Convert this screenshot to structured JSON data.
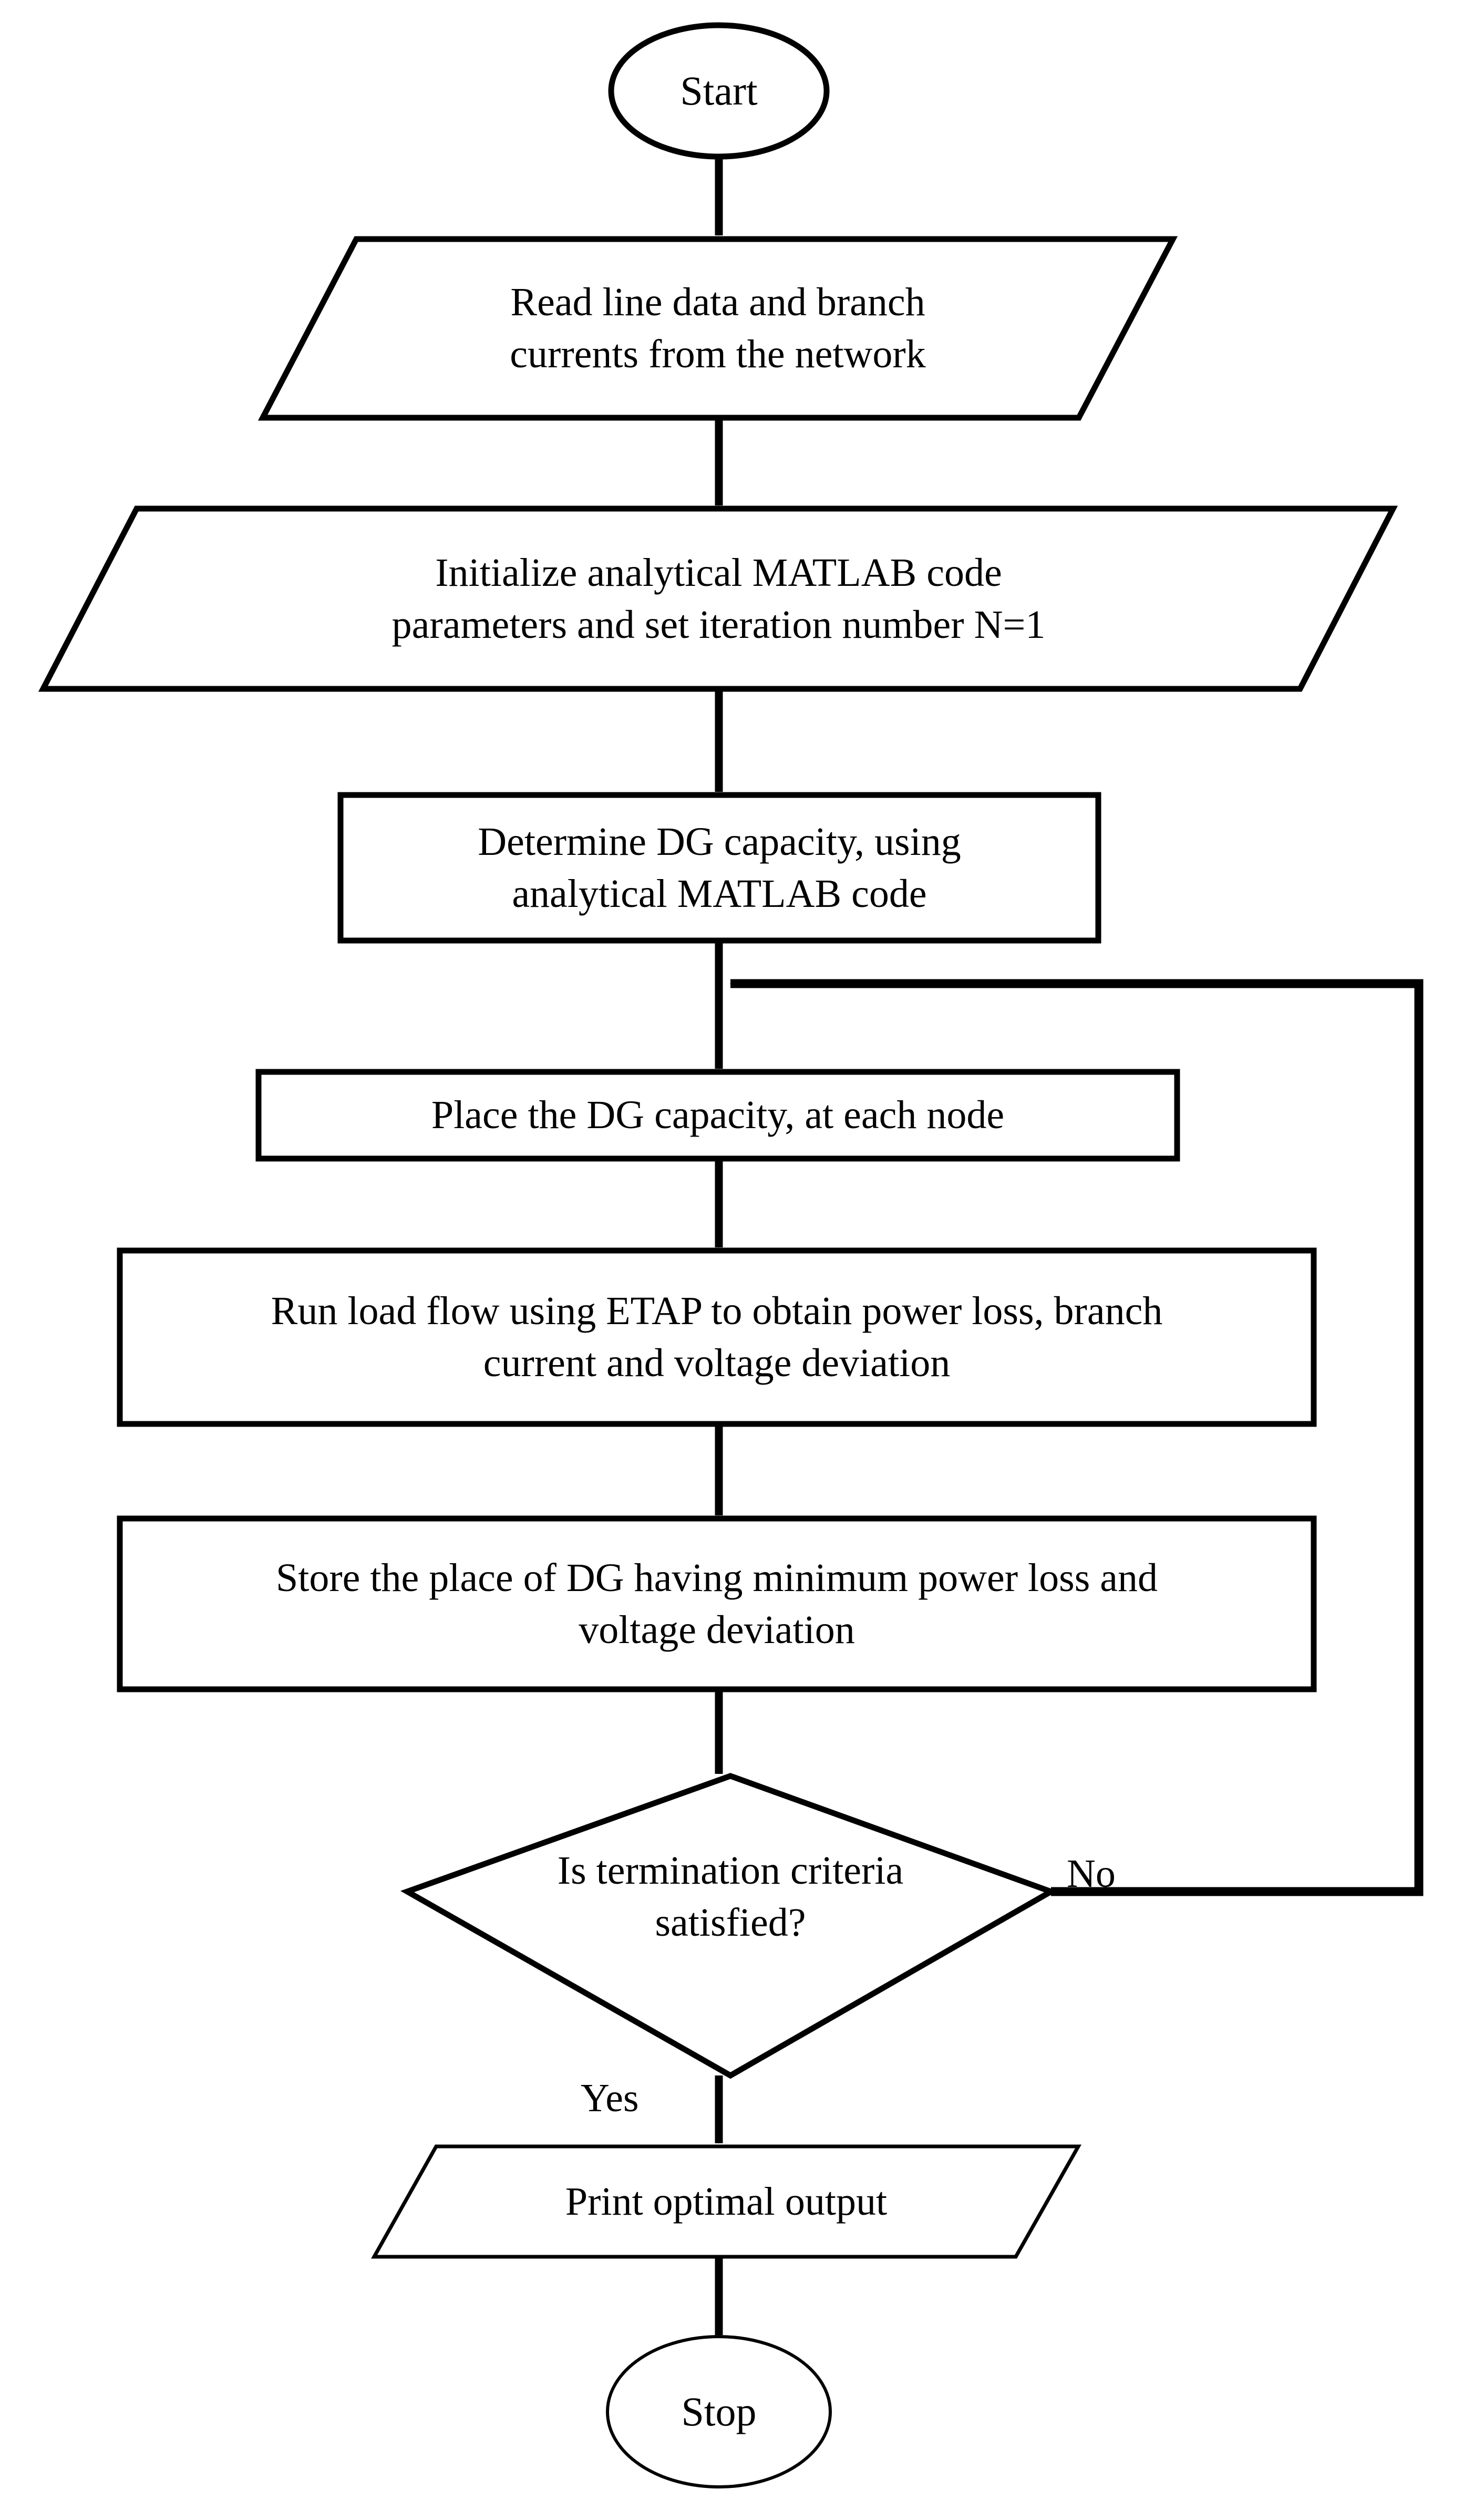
{
  "diagram": {
    "type": "flowchart",
    "title": "DG placement optimization flowchart",
    "orientation": "top-to-bottom",
    "stroke_color": "#000000",
    "fill_color": "#ffffff",
    "background": "#ffffff"
  },
  "nodes": {
    "start": {
      "shape": "ellipse",
      "label": "Start"
    },
    "read_data": {
      "shape": "parallelogram",
      "label": "Read line data and branch\ncurrents from the network"
    },
    "initialize": {
      "shape": "parallelogram",
      "label": "Initialize analytical MATLAB code\nparameters and set iteration number N=1"
    },
    "determine_dg": {
      "shape": "rectangle",
      "label": "Determine DG capacity, using\nanalytical MATLAB code"
    },
    "place_dg": {
      "shape": "rectangle",
      "label": "Place the DG capacity, at each node"
    },
    "run_load_flow": {
      "shape": "rectangle",
      "label": "Run load flow using ETAP to obtain power loss, branch\ncurrent and voltage deviation"
    },
    "store_place": {
      "shape": "rectangle",
      "label": "Store the place of DG having minimum power loss and\nvoltage deviation"
    },
    "decision": {
      "shape": "diamond",
      "label": "Is termination criteria\nsatisfied?"
    },
    "print_output": {
      "shape": "parallelogram",
      "label": "Print optimal output"
    },
    "stop": {
      "shape": "ellipse",
      "label": "Stop"
    }
  },
  "edge_labels": {
    "decision_no": "No",
    "decision_yes": "Yes"
  },
  "edges": [
    {
      "from": "start",
      "to": "read_data",
      "label": ""
    },
    {
      "from": "read_data",
      "to": "initialize",
      "label": ""
    },
    {
      "from": "initialize",
      "to": "determine_dg",
      "label": ""
    },
    {
      "from": "determine_dg",
      "to": "place_dg",
      "label": ""
    },
    {
      "from": "place_dg",
      "to": "run_load_flow",
      "label": ""
    },
    {
      "from": "run_load_flow",
      "to": "store_place",
      "label": ""
    },
    {
      "from": "store_place",
      "to": "decision",
      "label": ""
    },
    {
      "from": "decision",
      "to": "place_dg",
      "label": "No"
    },
    {
      "from": "decision",
      "to": "print_output",
      "label": "Yes"
    },
    {
      "from": "print_output",
      "to": "stop",
      "label": ""
    }
  ]
}
